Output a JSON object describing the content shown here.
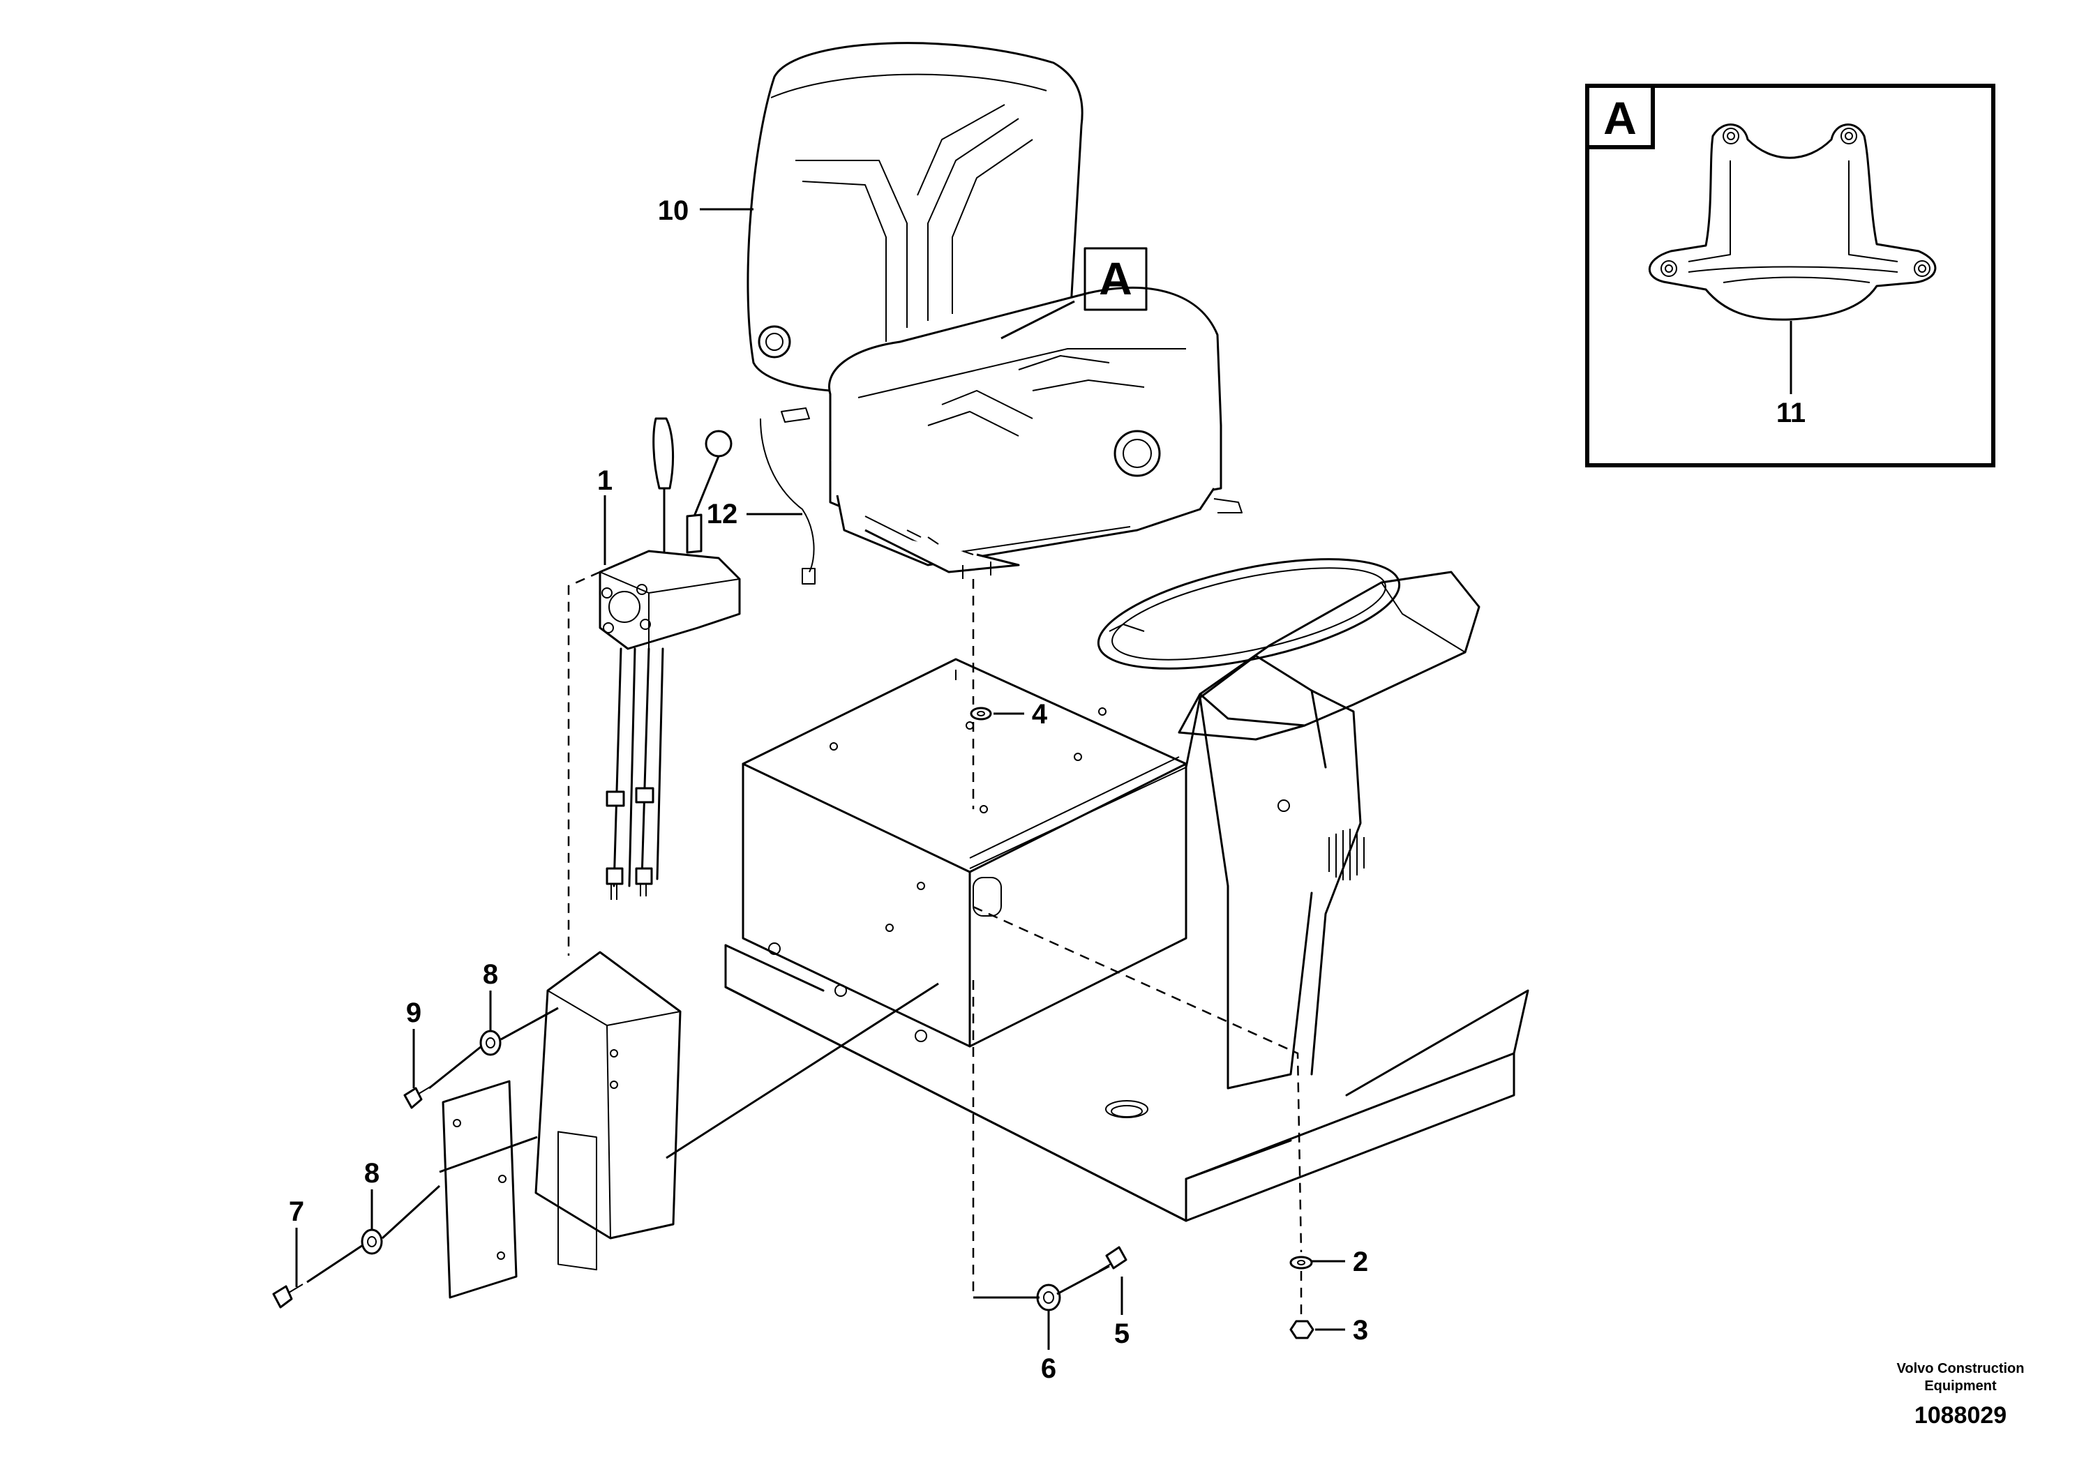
{
  "callouts": {
    "c1": "1",
    "c2": "2",
    "c3": "3",
    "c4": "4",
    "c5": "5",
    "c6": "6",
    "c7": "7",
    "c8a": "8",
    "c8b": "8",
    "c9": "9",
    "c10": "10",
    "c11": "11",
    "c12": "12"
  },
  "detail": {
    "main_marker": "A",
    "inset_marker": "A"
  },
  "footer": {
    "brand_line1": "Volvo Construction",
    "brand_line2": "Equipment",
    "doc_number": "1088029"
  },
  "colors": {
    "line": "#000000",
    "background": "#ffffff"
  }
}
